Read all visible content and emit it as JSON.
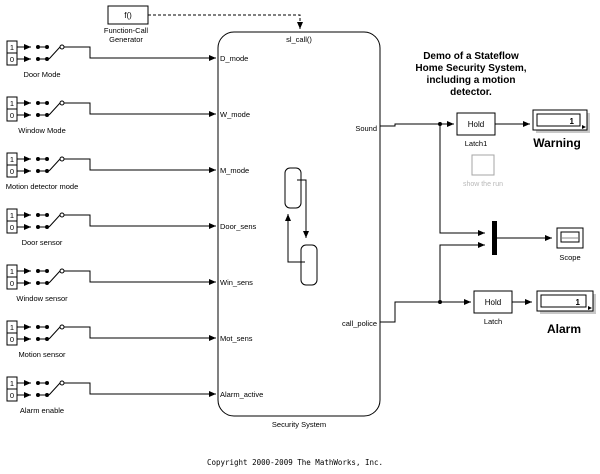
{
  "function_call": {
    "block_text": "f()",
    "label_line1": "Function-Call",
    "label_line2": "Generator"
  },
  "inputs": [
    {
      "name": "Door Mode",
      "port": "D_mode"
    },
    {
      "name": "Window Mode",
      "port": "W_mode"
    },
    {
      "name": "Motion detector mode",
      "port": "M_mode"
    },
    {
      "name": "Door sensor",
      "port": "Door_sens"
    },
    {
      "name": "Window sensor",
      "port": "Win_sens"
    },
    {
      "name": "Motion sensor",
      "port": "Mot_sens"
    },
    {
      "name": "Alarm enable",
      "port": "Alarm_active"
    }
  ],
  "const_one": "1",
  "const_zero": "0",
  "chart": {
    "trigger_label": "sl_call()",
    "output_sound": "Sound",
    "output_police": "call_police",
    "name": "Security System"
  },
  "title_lines": [
    "Demo of a Stateflow",
    "Home Security System,",
    "including a motion",
    "detector."
  ],
  "latch1": {
    "text": "Hold",
    "name": "Latch1"
  },
  "latch": {
    "text": "Hold",
    "name": "Latch"
  },
  "warning_display": {
    "value": "1",
    "name": "Warning"
  },
  "alarm_display": {
    "value": "1",
    "name": "Alarm"
  },
  "scope": {
    "name": "Scope"
  },
  "faint_label": "show the run",
  "copyright": "Copyright 2000-2009 The MathWorks, Inc."
}
